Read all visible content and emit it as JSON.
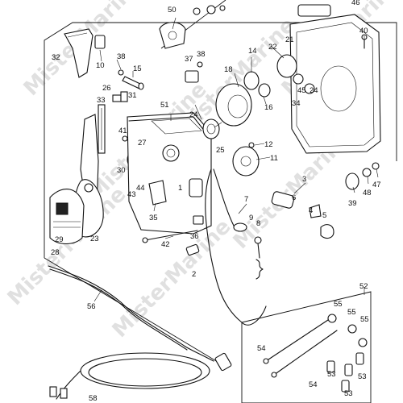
{
  "watermark": "MisterMarine",
  "labels": [
    "1",
    "2",
    "3",
    "4",
    "5",
    "6",
    "7",
    "8",
    "9",
    "10",
    "11",
    "12",
    "14",
    "15",
    "16",
    "18",
    "21",
    "22",
    "23",
    "24",
    "25",
    "26",
    "27",
    "28",
    "29",
    "30",
    "31",
    "32",
    "33",
    "34",
    "35",
    "36",
    "37",
    "38",
    "39",
    "40",
    "41",
    "42",
    "43",
    "44",
    "45",
    "46",
    "47",
    "48",
    "50",
    "51",
    "52",
    "53",
    "54",
    "55",
    "56",
    "58"
  ],
  "colors": {
    "line": "#111111",
    "background": "#ffffff",
    "watermark": "#c8c8c8"
  }
}
